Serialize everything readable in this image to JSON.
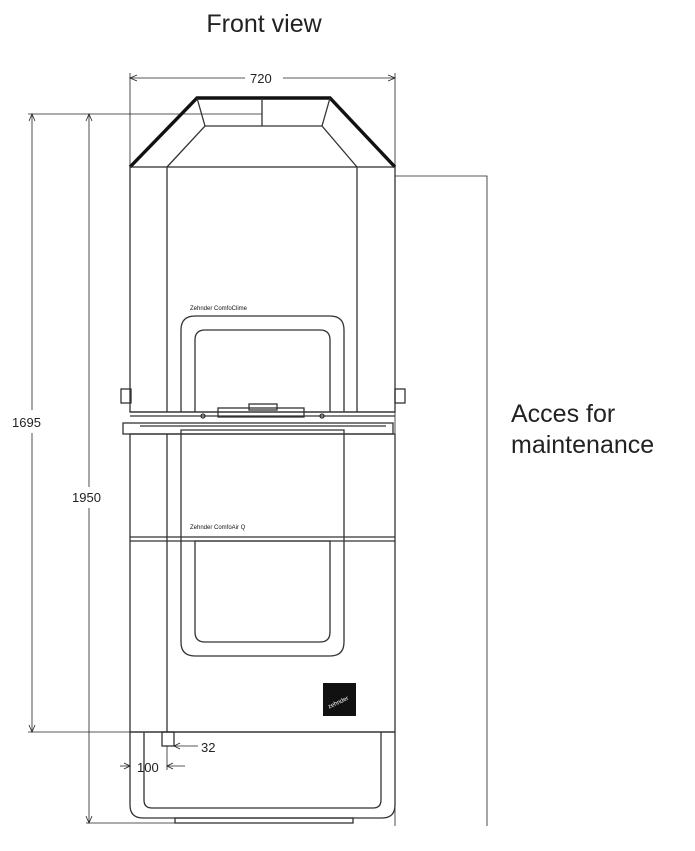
{
  "title": "Front view",
  "access_label_line1": "Acces for",
  "access_label_line2": "maintenance",
  "dimensions": {
    "width": "720",
    "height_1695": "1695",
    "height_1950": "1950",
    "offset_32": "32",
    "offset_100": "100"
  },
  "labels": {
    "upper_unit": "Zehnder ComfoClime",
    "lower_unit": "Zehnder ComfoAir Q",
    "logo": "zehnder"
  },
  "colors": {
    "line": "#333333",
    "logo_bg": "#111111"
  }
}
